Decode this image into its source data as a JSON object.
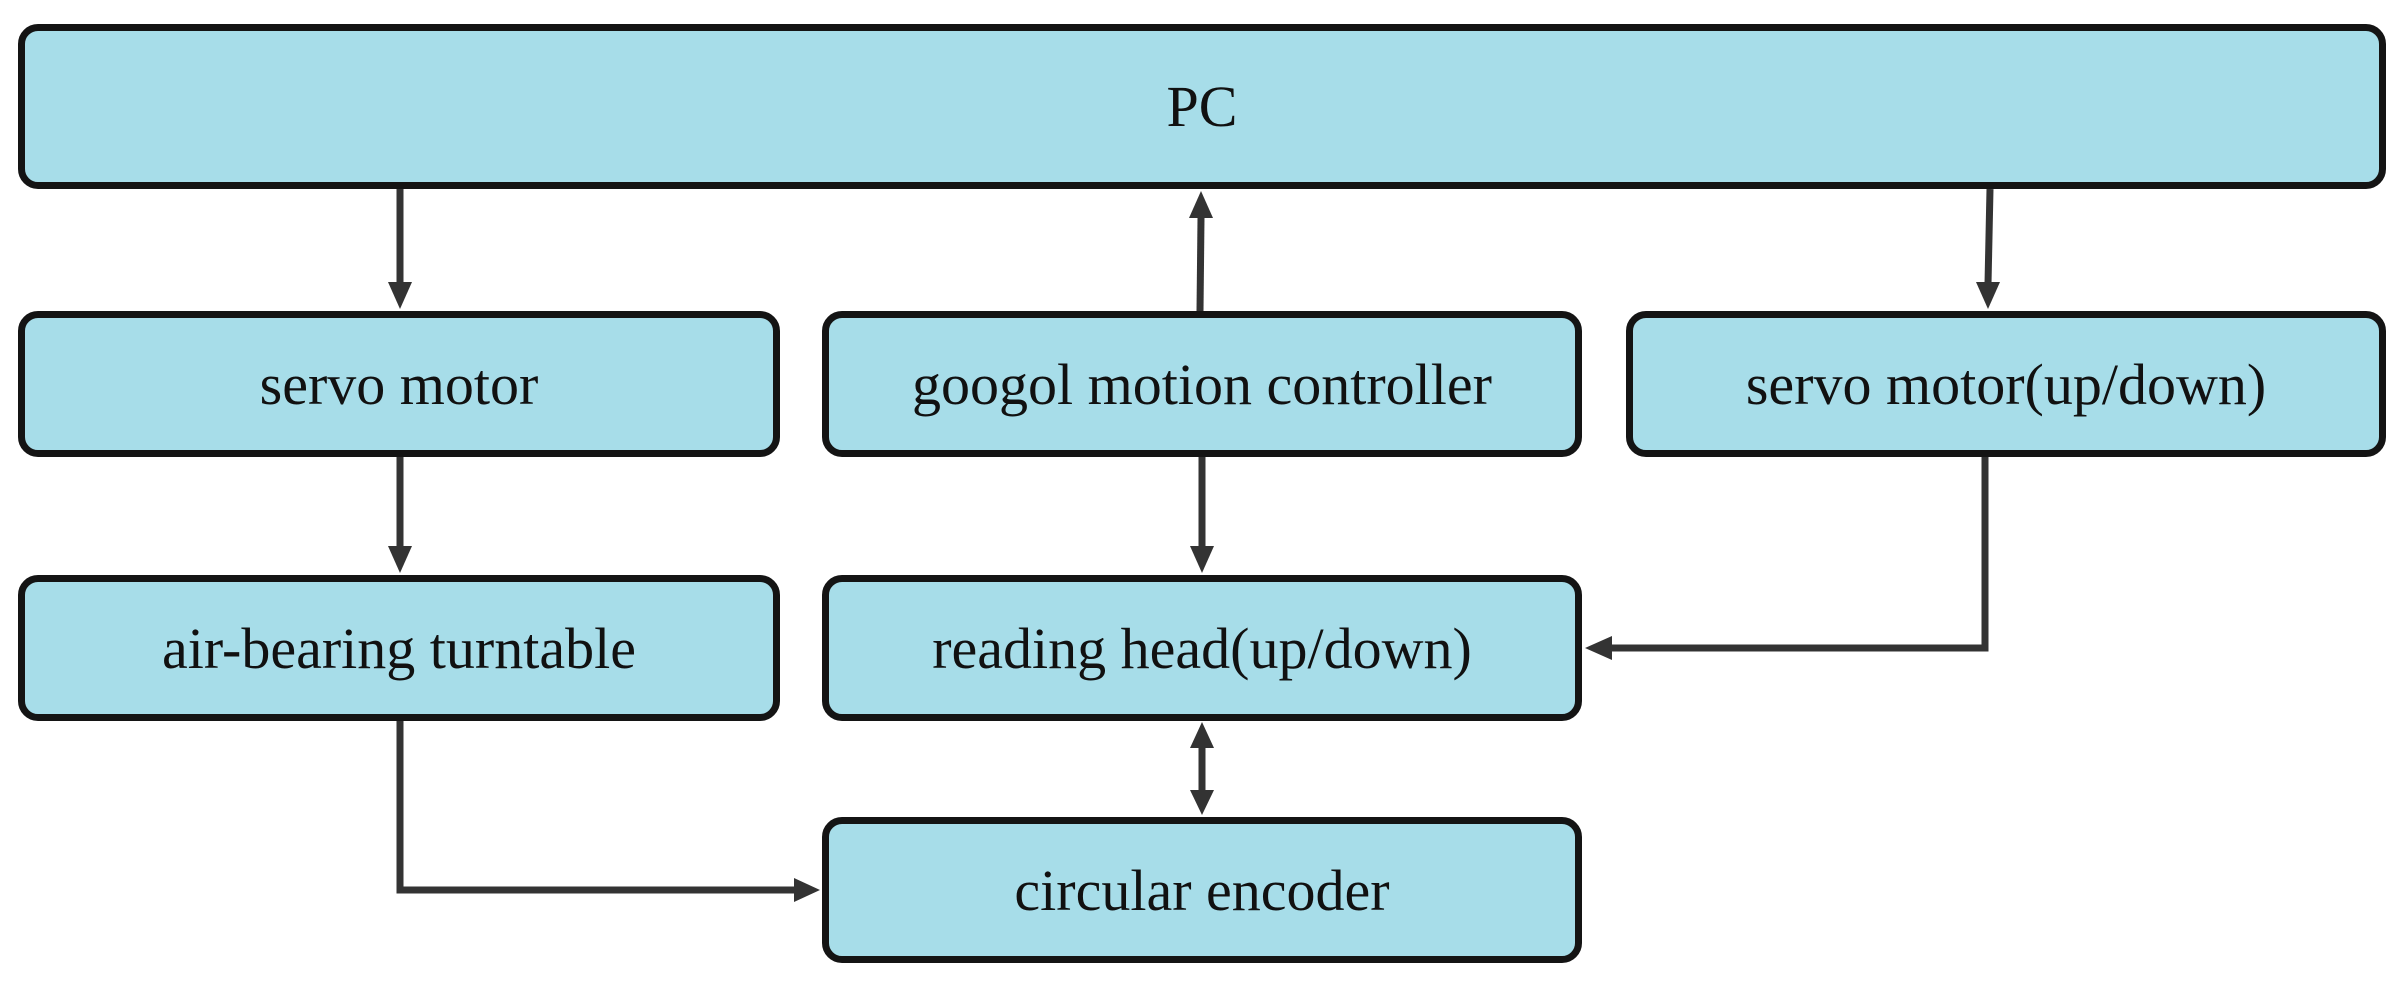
{
  "nodes": {
    "pc": "PC",
    "servo_motor": "servo motor",
    "googol_motion_controller": "googol motion controller",
    "servo_motor_updown": "servo motor(up/down)",
    "air_bearing_turntable": "air-bearing turntable",
    "reading_head_updown": "reading head(up/down)",
    "circular_encoder": "circular encoder"
  },
  "edges": [
    {
      "from": "PC",
      "to": "servo motor",
      "direction": "forward"
    },
    {
      "from": "googol motion controller",
      "to": "PC",
      "direction": "forward"
    },
    {
      "from": "PC",
      "to": "servo motor(up/down)",
      "direction": "forward"
    },
    {
      "from": "servo motor",
      "to": "air-bearing turntable",
      "direction": "forward"
    },
    {
      "from": "googol motion controller",
      "to": "reading head(up/down)",
      "direction": "forward"
    },
    {
      "from": "servo motor(up/down)",
      "to": "reading head(up/down)",
      "direction": "forward"
    },
    {
      "from": "reading head(up/down)",
      "to": "circular encoder",
      "direction": "both"
    },
    {
      "from": "air-bearing turntable",
      "to": "circular encoder",
      "direction": "forward"
    }
  ],
  "colors": {
    "box_fill": "#a7dde9",
    "box_border": "#141414",
    "connector": "#333333"
  }
}
